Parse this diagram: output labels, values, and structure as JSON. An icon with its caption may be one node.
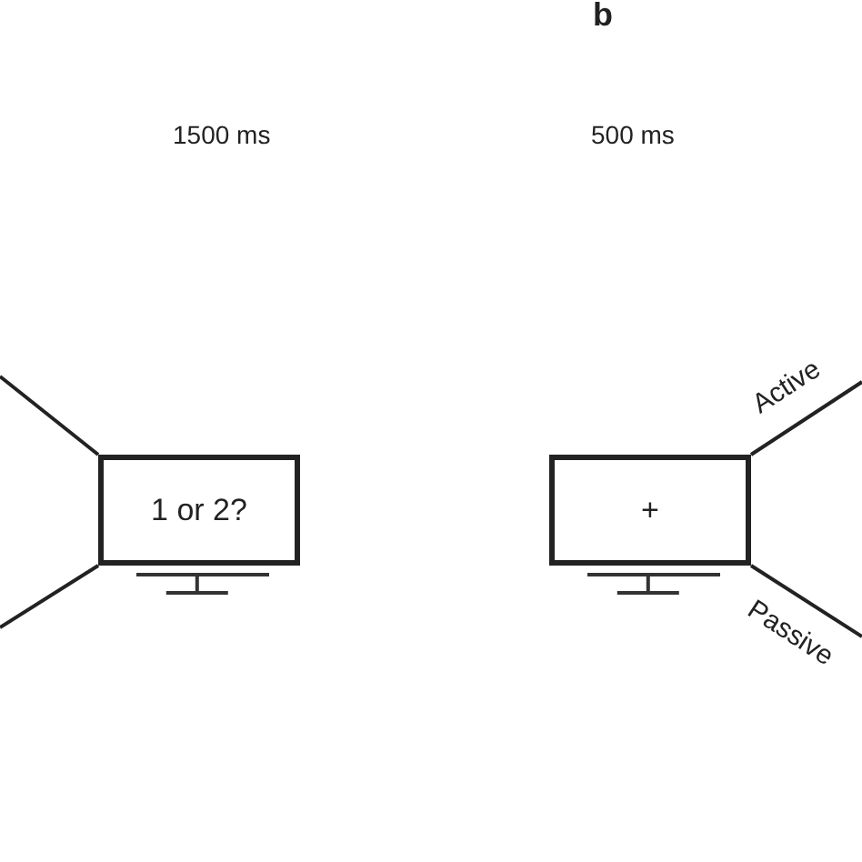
{
  "diagram": {
    "nodes": [
      {
        "text": [
          "1 or 2?"
        ]
      },
      {
        "text": [
          "+"
        ]
      }
    ],
    "edges": [
      {
        "from": null,
        "to": 0,
        "arrow": "none"
      },
      {
        "from": null,
        "to": 0,
        "arrow": "none"
      },
      {
        "from": 1,
        "to": null,
        "arrow": "none",
        "label": "Active"
      },
      {
        "from": 1,
        "to": null,
        "arrow": "none",
        "label": "Passive"
      }
    ],
    "labels": [
      "b",
      "1500 ms",
      "500 ms"
    ]
  }
}
